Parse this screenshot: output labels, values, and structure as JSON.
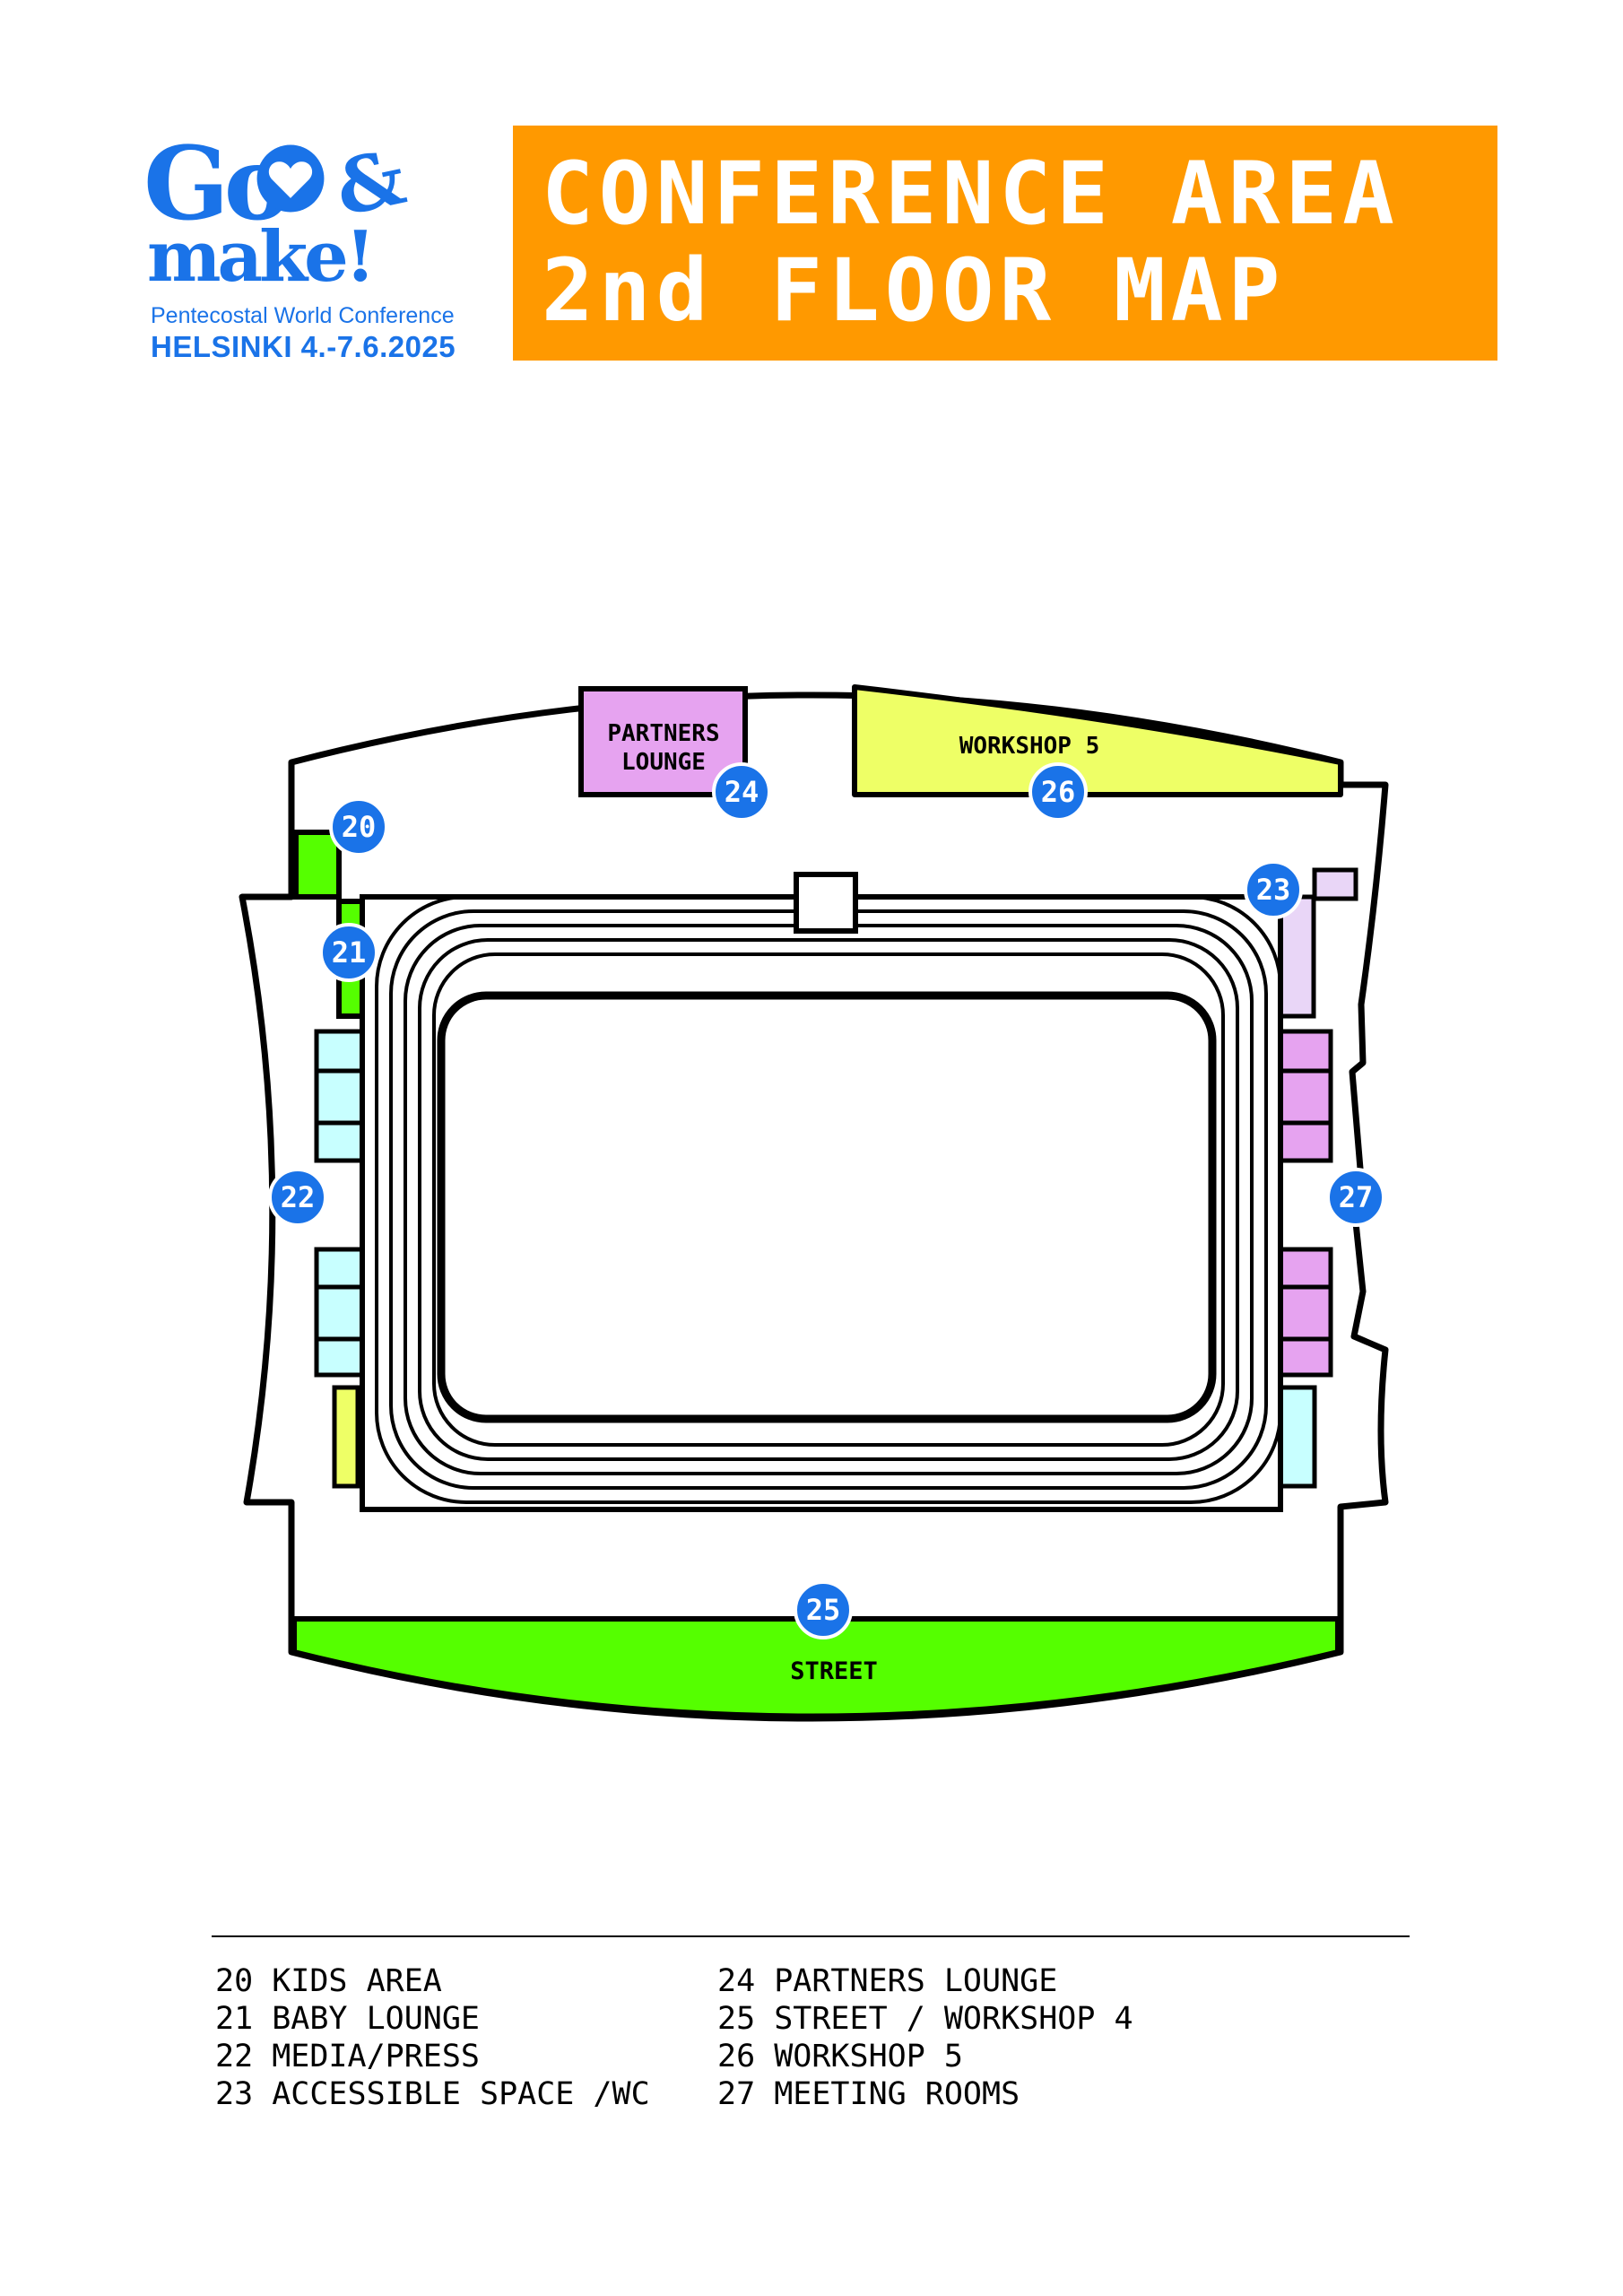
{
  "logo": {
    "go": "Go",
    "amp": "&",
    "make": "make!",
    "subtitle": "Pentecostal World Conference",
    "city_dates": "HELSINKI 4.-7.6.2025",
    "color": "#1a73e8"
  },
  "title": {
    "line1": "CONFERENCE AREA",
    "line2": "2nd FLOOR MAP",
    "background": "#ff9900"
  },
  "map": {
    "rooms": {
      "partners_lounge": [
        "PARTNERS",
        "LOUNGE"
      ],
      "workshop5": "WORKSHOP 5",
      "street": "STREET"
    },
    "markers": [
      "20",
      "21",
      "22",
      "23",
      "24",
      "25",
      "26",
      "27"
    ],
    "colors": {
      "green": "#55ff00",
      "violet": "#e6a3f0",
      "lavender": "#e9d6f7",
      "yellow": "#eeff66",
      "cyan": "#c8ffff",
      "marker": "#1a73e8"
    }
  },
  "legend": {
    "left": [
      "20 KIDS AREA",
      "21 BABY LOUNGE",
      "22 MEDIA/PRESS",
      "23 ACCESSIBLE SPACE /WC"
    ],
    "right": [
      "24 PARTNERS LOUNGE",
      "25 STREET / WORKSHOP 4",
      "26 WORKSHOP 5",
      "27 MEETING ROOMS"
    ]
  }
}
